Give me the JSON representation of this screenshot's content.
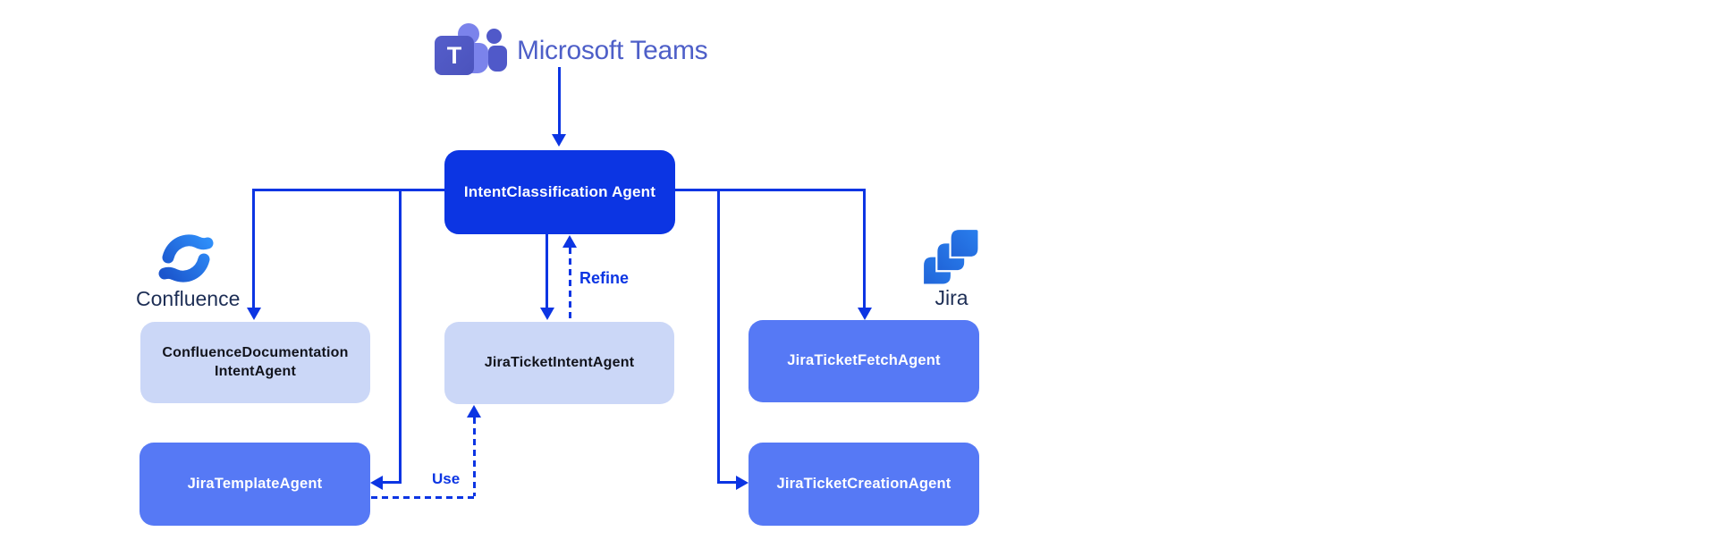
{
  "teams": {
    "label": "Microsoft Teams",
    "tile_letter": "T"
  },
  "logos": {
    "confluence_label": "Confluence",
    "jira_label": "Jira"
  },
  "nodes": {
    "intent_classification": {
      "label": "IntentClassification Agent"
    },
    "confluence_documentation": {
      "label_line1": "ConfluenceDocumentation",
      "label_line2": "IntentAgent"
    },
    "jira_ticket_intent": {
      "label": "JiraTicketIntentAgent"
    },
    "jira_ticket_fetch": {
      "label": "JiraTicketFetchAgent"
    },
    "jira_template": {
      "label": "JiraTemplateAgent"
    },
    "jira_ticket_creation": {
      "label": "JiraTicketCreationAgent"
    }
  },
  "edges": {
    "labels": {
      "refine": "Refine",
      "use": "Use"
    },
    "connections": [
      {
        "from": "Microsoft Teams",
        "to": "IntentClassification Agent",
        "style": "solid"
      },
      {
        "from": "IntentClassification Agent",
        "to": "ConfluenceDocumentationIntentAgent",
        "style": "solid"
      },
      {
        "from": "IntentClassification Agent",
        "to": "JiraTemplateAgent",
        "style": "solid"
      },
      {
        "from": "IntentClassification Agent",
        "to": "JiraTicketIntentAgent",
        "style": "solid"
      },
      {
        "from": "JiraTicketIntentAgent",
        "to": "IntentClassification Agent",
        "style": "dashed",
        "label": "Refine"
      },
      {
        "from": "IntentClassification Agent",
        "to": "JiraTicketFetchAgent",
        "style": "solid"
      },
      {
        "from": "IntentClassification Agent",
        "to": "JiraTicketCreationAgent",
        "style": "solid"
      },
      {
        "from": "JiraTemplateAgent",
        "to": "JiraTicketIntentAgent",
        "style": "dashed",
        "label": "Use"
      }
    ]
  },
  "colors": {
    "accent": "#0c35e3",
    "node_light": "#cbd7f7",
    "node_medium": "#5679f5",
    "node_light_text": "#12141c",
    "teams_tile": "#4b53bc",
    "teams_person_light": "#7b83eb",
    "teams_person_dark": "#5059c9",
    "teams_wordmark": "#4e5fc8",
    "atlassian_wordmark": "#1d2e55",
    "logo_gradient_start": "#1b55cc",
    "logo_gradient_end": "#2f8ef9"
  }
}
